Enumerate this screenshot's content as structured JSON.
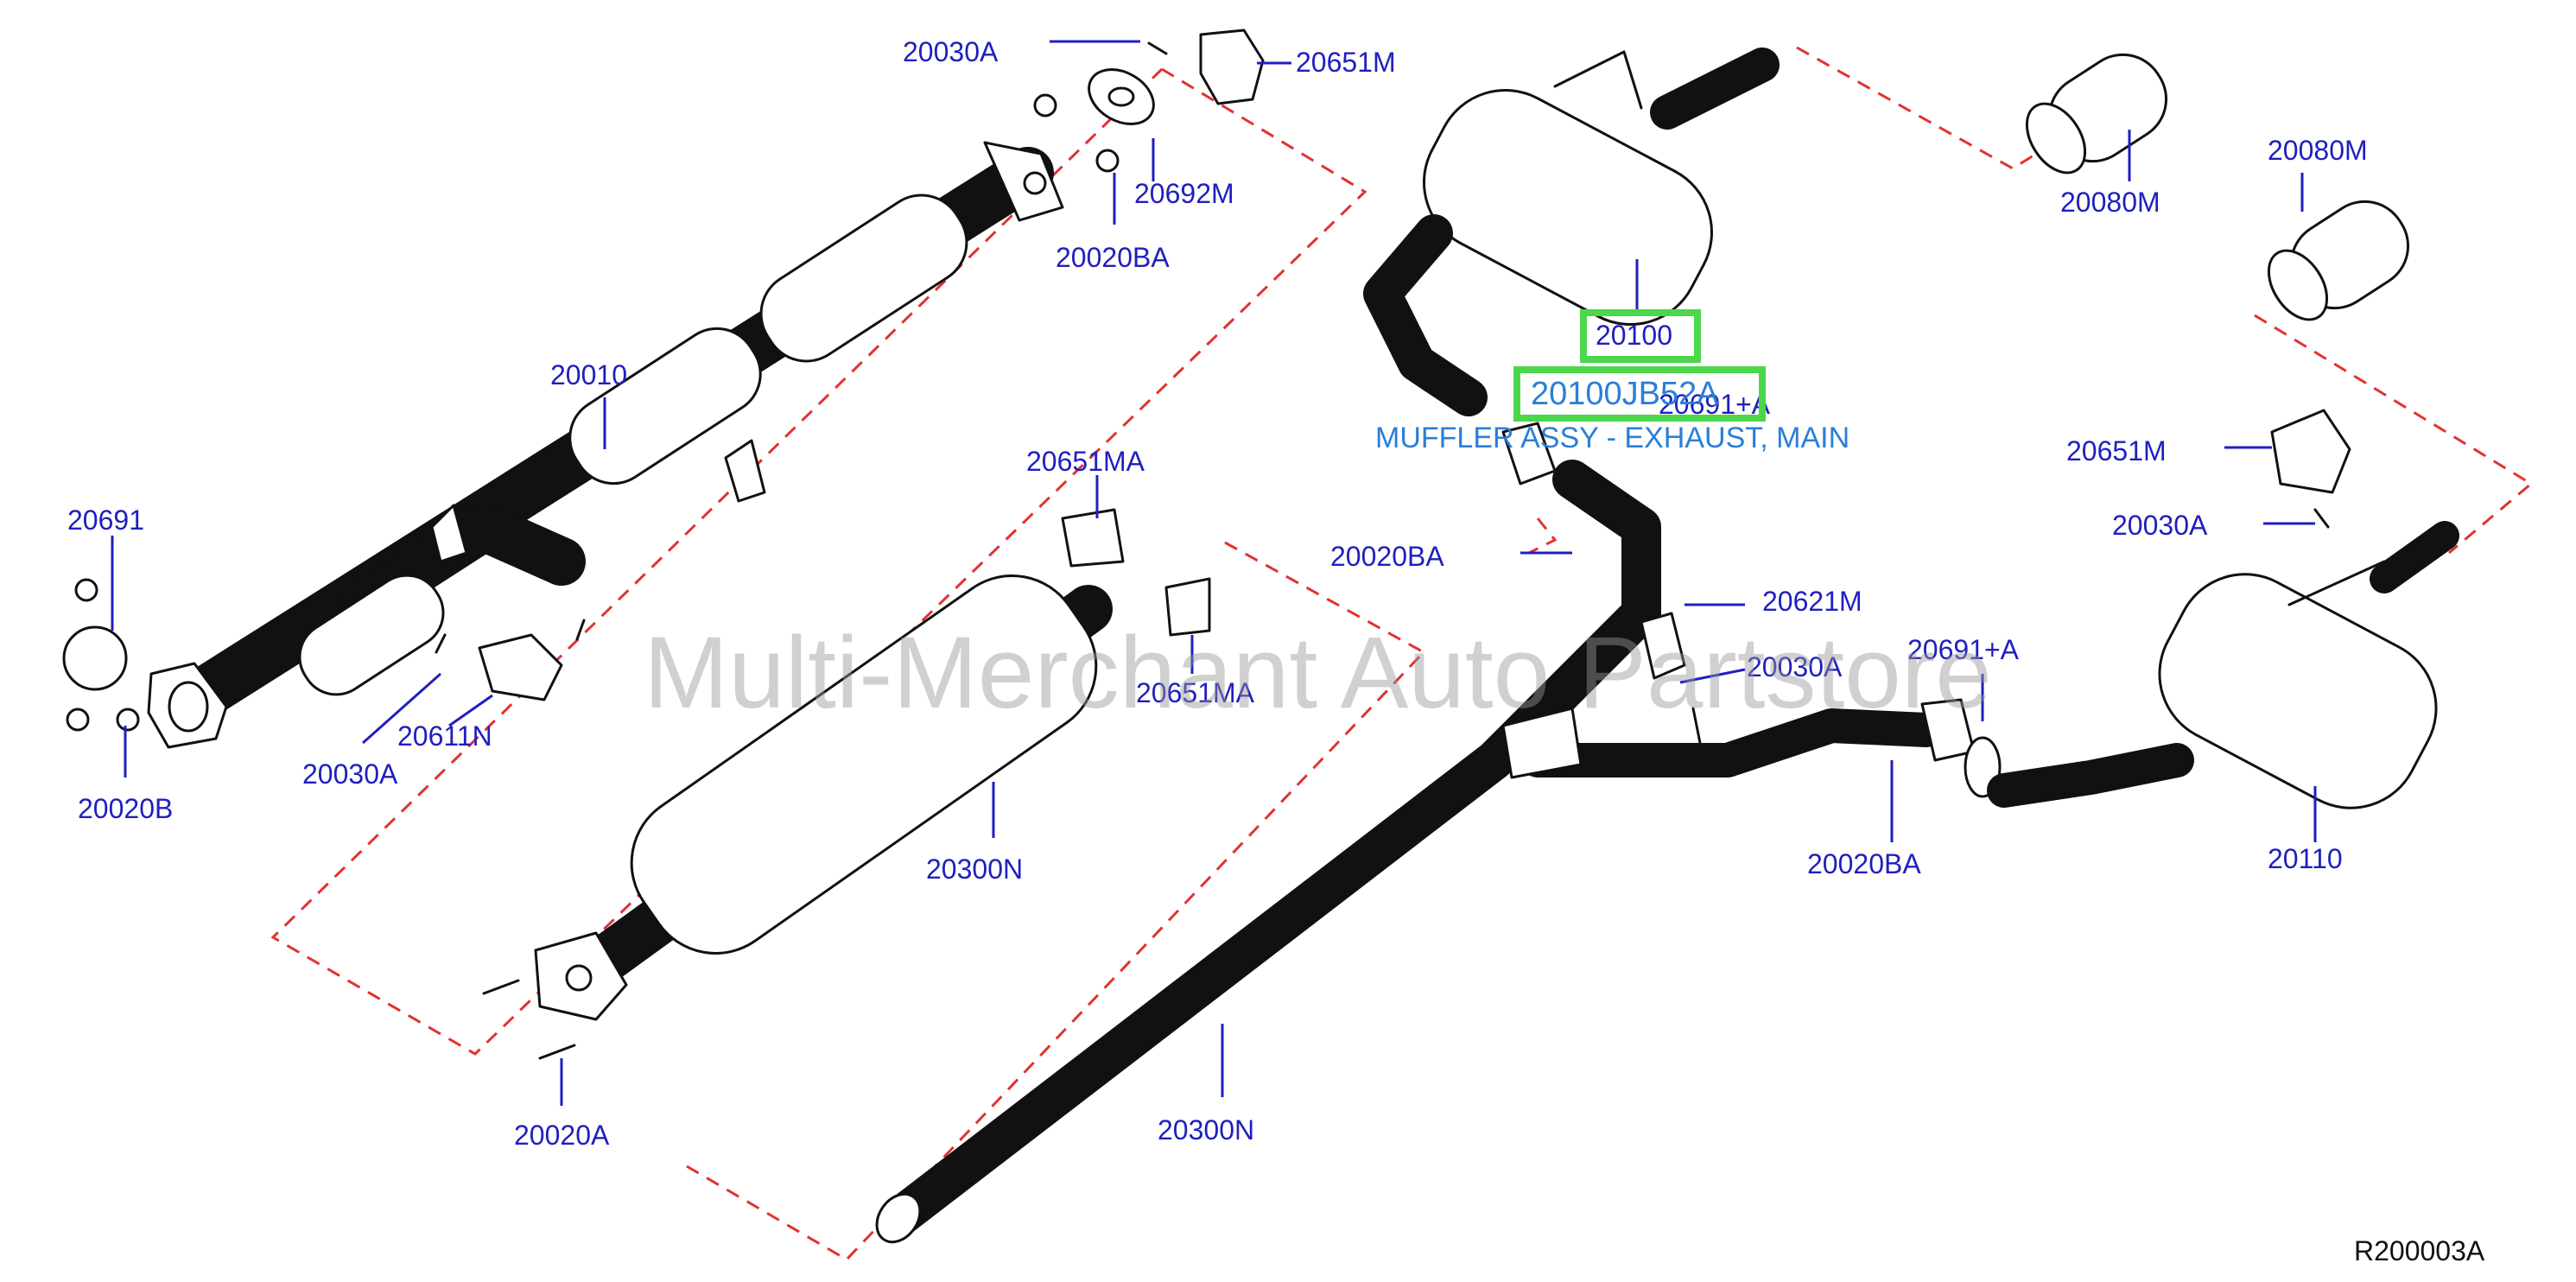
{
  "colors": {
    "callout_text": "#1f1fbf",
    "highlight_box": "#4cd64c",
    "highlight_text": "#2a7fd6",
    "dashed_outline": "#e23232",
    "line_art": "#111111",
    "watermark": "#969696"
  },
  "diagram": {
    "code": "R200003A",
    "watermark": "Multi-Merchant Auto Partstore"
  },
  "highlight": {
    "part_number": "20100",
    "oem_number": "20100JB52A",
    "description": "MUFFLER ASSY - EXHAUST, MAIN"
  },
  "callouts": {
    "c20030a_top": "20030A",
    "c20651m_top": "20651M",
    "c20692m": "20692M",
    "c20020ba_top": "20020BA",
    "c20010": "20010",
    "c20691": "20691",
    "c20020b": "20020B",
    "c20030a_left": "20030A",
    "c20611n": "20611N",
    "c20651ma_top": "20651MA",
    "c20651ma_mid": "20651MA",
    "c20300n_mid": "20300N",
    "c20020a": "20020A",
    "c20300n_bottom": "20300N",
    "c20080m_top": "20080M",
    "c20080m_right": "20080M",
    "c20691a_top": "20691+A",
    "c20020ba_mid": "20020BA",
    "c20621m": "20621M",
    "c20030a_mid": "20030A",
    "c20691a_right": "20691+A",
    "c20020ba_bottom": "20020BA",
    "c20651m_right": "20651M",
    "c20030a_right": "20030A",
    "c20110": "20110"
  }
}
